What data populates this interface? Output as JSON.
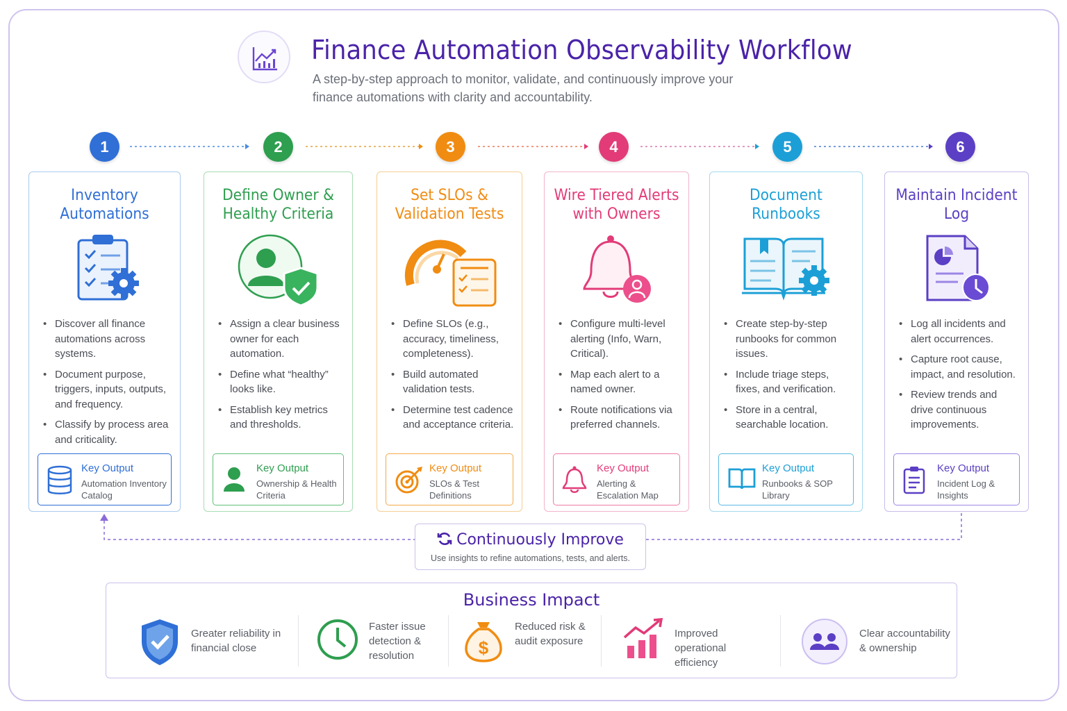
{
  "header": {
    "title": "Finance  Automation Observability Workflow",
    "subtitle": "A step-by-step approach to monitor, validate, and continuously improve your finance automations with clarity and accountability.",
    "logo_icon": "line-chart-icon"
  },
  "steps": [
    {
      "number": "1",
      "title": "Inventory Automations",
      "color": "#2f6fd6",
      "icon": "clipboard-checklist-gear-icon",
      "bullets": [
        "Discover all finance automations across systems.",
        "Document purpose, triggers, inputs, outputs, and frequency.",
        "Classify by process area and criticality."
      ],
      "key_output_label": "Key Output",
      "key_output": "Automation Inventory Catalog",
      "key_icon": "database-icon"
    },
    {
      "number": "2",
      "title": "Define Owner & Healthy Criteria",
      "color": "#2e9e4f",
      "icon": "owner-shield-icon",
      "bullets": [
        "Assign a clear business owner for each automation.",
        "Define what “healthy” looks like.",
        "Establish key metrics and thresholds."
      ],
      "key_output_label": "Key Output",
      "key_output": "Ownership & Health Criteria",
      "key_icon": "person-icon"
    },
    {
      "number": "3",
      "title": "Set SLOs & Validation Tests",
      "color": "#f08c12",
      "icon": "gauge-checklist-icon",
      "bullets": [
        "Define SLOs (e.g., accuracy, timeliness, completeness).",
        "Build automated validation tests.",
        "Determine test cadence and acceptance criteria."
      ],
      "key_output_label": "Key Output",
      "key_output": "SLOs & Test Definitions",
      "key_icon": "target-icon"
    },
    {
      "number": "4",
      "title": "Wire Tiered Alerts with Owners",
      "color": "#e23b78",
      "icon": "bell-user-icon",
      "bullets": [
        "Configure multi-level alerting (Info, Warn, Critical).",
        "Map each alert to a named owner.",
        "Route notifications via preferred channels."
      ],
      "key_output_label": "Key Output",
      "key_output": "Alerting & Escalation Map",
      "key_icon": "bell-icon"
    },
    {
      "number": "5",
      "title": "Document Runbooks",
      "color": "#1c9fd6",
      "icon": "open-book-gear-icon",
      "bullets": [
        "Create step-by-step runbooks for common issues.",
        "Include triage steps, fixes, and verification.",
        "Store in a central, searchable location."
      ],
      "key_output_label": "Key Output",
      "key_output": "Runbooks & SOP Library",
      "key_icon": "book-icon"
    },
    {
      "number": "6",
      "title": "Maintain Incident Log",
      "color": "#5b3fc4",
      "icon": "report-clock-icon",
      "bullets": [
        "Log all incidents and alert occurrences.",
        "Capture root cause, impact, and resolution.",
        "Review trends and drive continuous improvements."
      ],
      "key_output_label": "Key Output",
      "key_output": "Incident Log & Insights",
      "key_icon": "clipboard-list-icon"
    }
  ],
  "improve": {
    "title": "Continuously Improve",
    "text": "Use insights to refine automations, tests, and alerts.",
    "icon": "refresh-icon"
  },
  "impact": {
    "title": "Business  Impact",
    "items": [
      {
        "text": "Greater reliability in financial close",
        "icon": "shield-check-icon"
      },
      {
        "text": "Faster issue detection & resolution",
        "icon": "clock-icon"
      },
      {
        "text": "Reduced risk & audit exposure",
        "icon": "money-bag-icon"
      },
      {
        "text": "Improved operational efficiency",
        "icon": "growth-chart-icon"
      },
      {
        "text": "Clear accountability & ownership",
        "icon": "team-icon"
      }
    ]
  }
}
